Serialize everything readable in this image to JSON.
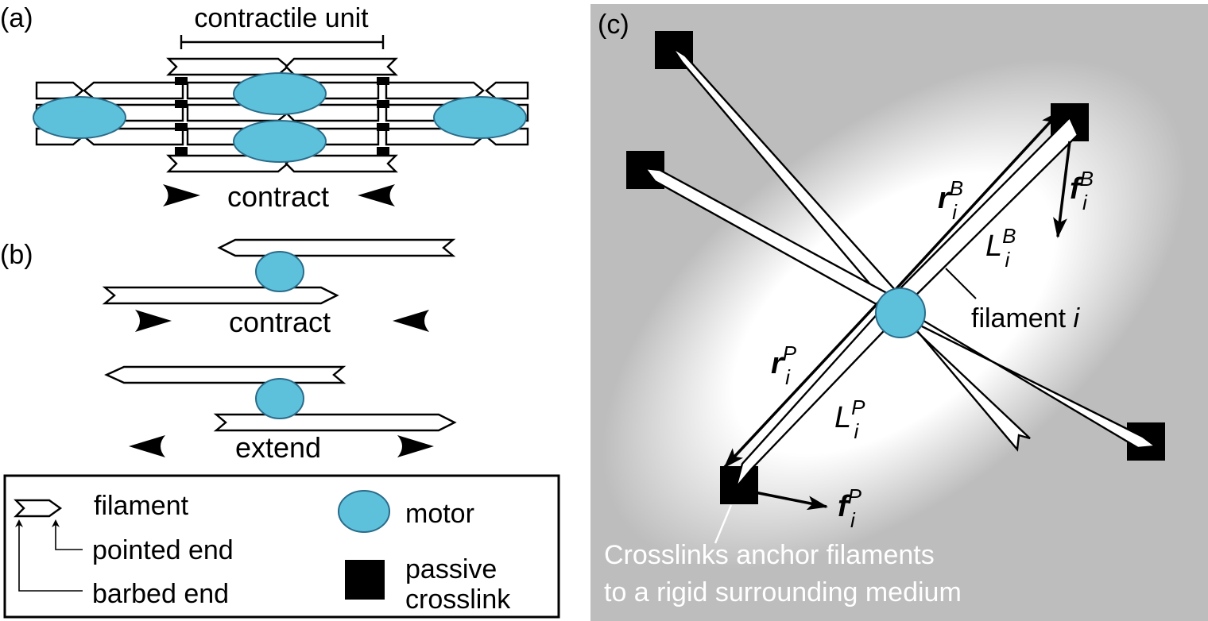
{
  "panel_a": {
    "label": "(a)",
    "scale_label": "contractile unit",
    "action_label": "contract"
  },
  "panel_b": {
    "label": "(b)",
    "contract_label": "contract",
    "extend_label": "extend"
  },
  "legend": {
    "filament": "filament",
    "pointed_end": "pointed end",
    "barbed_end": "barbed end",
    "motor": "motor",
    "crosslink_line1": "passive",
    "crosslink_line2": "crosslink"
  },
  "panel_c": {
    "label": "(c)",
    "r_sym": "r",
    "f_sym": "f",
    "L_sym": "L",
    "sub_i": "i",
    "sup_B": "B",
    "sup_P": "P",
    "filament_label": "filament ",
    "filament_index": "i",
    "caption_line1": "Crosslinks anchor filaments",
    "caption_line2": "to a rigid surrounding medium"
  },
  "colors": {
    "motor": "#5ec1dc",
    "background_gray": "#bdbdbd",
    "crosslink": "#000000"
  }
}
